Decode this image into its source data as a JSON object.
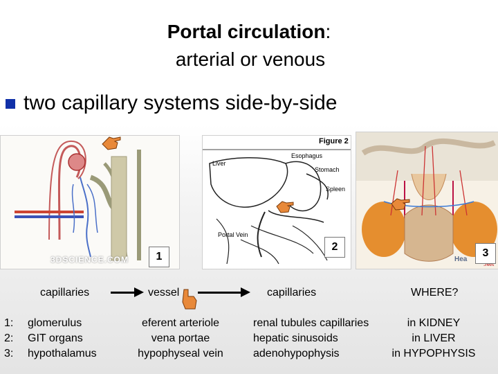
{
  "slide": {
    "title_bold": "Portal circulation",
    "title_colon": ":",
    "subtitle": "arterial or venous",
    "bullet": "two capillary systems side-by-side"
  },
  "images": {
    "img1_watermark": "3DSCIENCE.COM",
    "img1_number": "1",
    "img2_figure_label": "Figure 2",
    "img2_labels": [
      "Esophagus",
      "Liver",
      "Stomach",
      "Spleen",
      "Portal Vein"
    ],
    "img2_number": "2",
    "img3_number": "3",
    "img3_watermark": "Hea",
    "img3_watermark2": ".Net"
  },
  "header_row": {
    "col1": "capillaries",
    "col2": "vessel",
    "col3": "capillaries",
    "col4": "WHERE?"
  },
  "rows": [
    {
      "num": "1:",
      "c1": "glomerulus",
      "c2": "eferent arteriole",
      "c3": "renal tubules capillaries",
      "c4": "in KIDNEY"
    },
    {
      "num": "2:",
      "c1": "GIT organs",
      "c2": "vena portae",
      "c3": "hepatic sinusoids",
      "c4": "in LIVER"
    },
    {
      "num": "3:",
      "c1": "hypothalamus",
      "c2": "hypophyseal vein",
      "c3": "adenohypophysis",
      "c4": "in HYPOPHYSIS"
    }
  ],
  "colors": {
    "bullet": "#1030a8",
    "pointer_hand": "#e07a2c"
  }
}
